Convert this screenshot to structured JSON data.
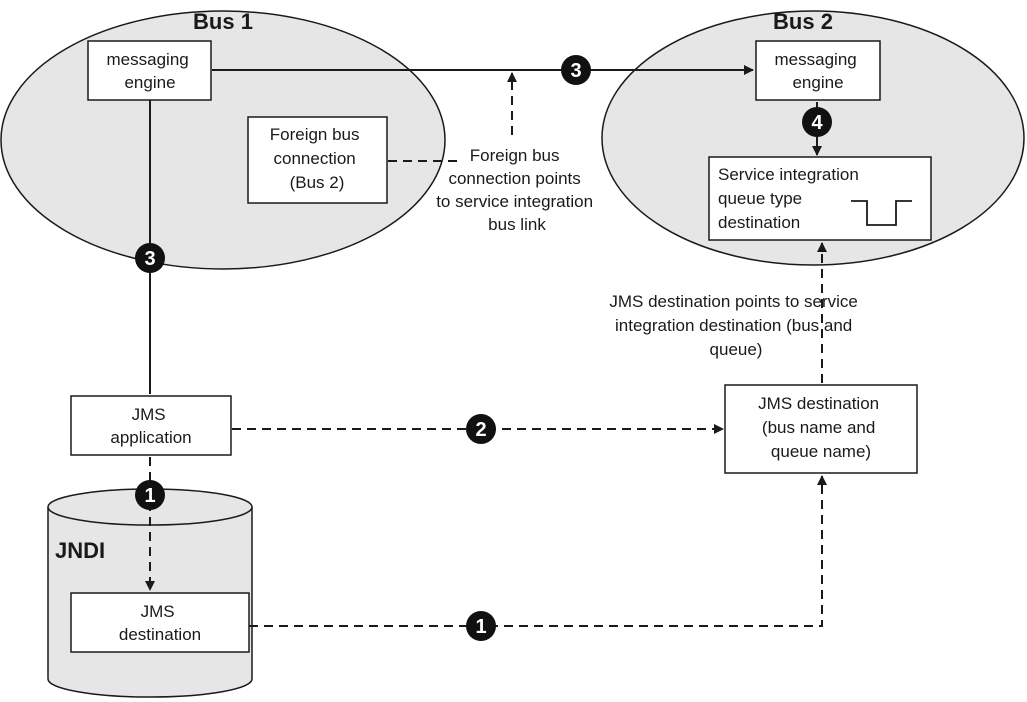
{
  "bus1": {
    "title": "Bus 1"
  },
  "bus2": {
    "title": "Bus 2"
  },
  "jndi": {
    "title": "JNDI"
  },
  "boxes": {
    "me1": [
      "messaging",
      "engine"
    ],
    "me2": [
      "messaging",
      "engine"
    ],
    "foreign": [
      "Foreign bus",
      "connection",
      "(Bus 2)"
    ],
    "sidest": [
      "Service integration",
      "queue type",
      "destination"
    ],
    "jmsapp": [
      "JMS",
      "application"
    ],
    "jmsdest": [
      "JMS destination",
      "(bus name and",
      "queue name)"
    ],
    "jndidest": [
      "JMS",
      "destination"
    ]
  },
  "notes": {
    "foreign_link": [
      "Foreign bus",
      "connection points",
      "to service integration",
      "bus link"
    ],
    "jms_points": [
      "JMS destination points to service",
      "integration destination (bus and",
      "queue)"
    ]
  },
  "badges": {
    "b3_top": "3",
    "b3_left": "3",
    "b4": "4",
    "b2": "2",
    "b1_jndi": "1",
    "b1_bottom": "1"
  },
  "icons": {
    "queue": "queue-icon"
  }
}
